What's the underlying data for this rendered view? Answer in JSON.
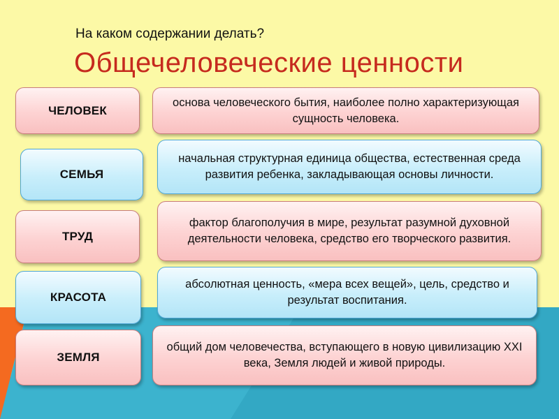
{
  "slide": {
    "subtitle": "На каком содержании делать?",
    "title": "Общечеловеческие ценности",
    "colors": {
      "background": "#FCF9A6",
      "title": "#C62A1E",
      "accent_orange": "#F46A20",
      "accent_teal": "#3CB3CE"
    }
  },
  "values": [
    {
      "label": "ЧЕЛОВЕК",
      "description": "основа человеческого бытия, наиболее полно характеризующая сущность человека."
    },
    {
      "label": "СЕМЬЯ",
      "description": "начальная структурная единица общества, естественная среда развития ребенка, закладывающая основы личности."
    },
    {
      "label": "ТРУД",
      "description": "фактор благополучия в мире, результат разумной духовной деятельности человека, средство его творческого развития."
    },
    {
      "label": "КРАСОТА",
      "description": "абсолютная ценность, «мера всех вещей», цель, средство и результат воспитания."
    },
    {
      "label": "ЗЕМЛЯ",
      "description": "общий дом человечества, вступающего в новую цивилизацию XXI века, Земля людей и живой природы."
    }
  ]
}
